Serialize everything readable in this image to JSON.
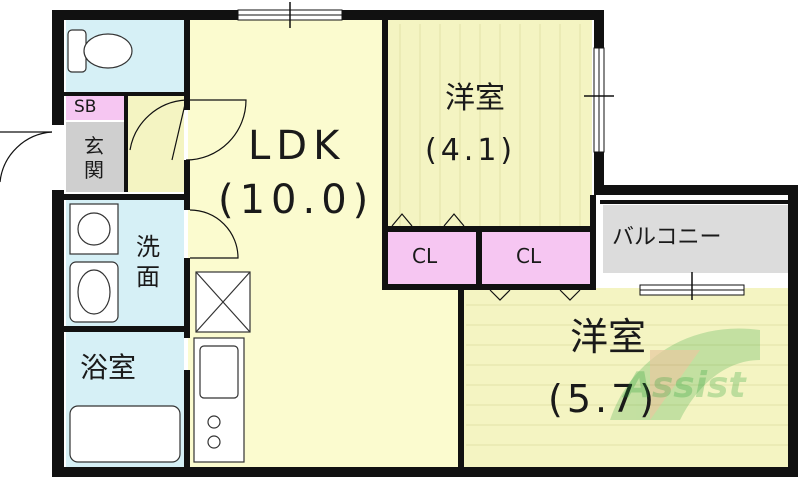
{
  "rooms": {
    "ldk": {
      "name": "LDK",
      "size": "(10.0)"
    },
    "western_north": {
      "name": "洋室",
      "size": "(4.1)"
    },
    "western_south": {
      "name": "洋室",
      "size": "(5.7)"
    },
    "closet_left": "CL",
    "closet_right": "CL",
    "balcony": "バルコニー",
    "sb": "SB",
    "entrance": "玄関",
    "washroom": "洗面",
    "bath": "浴室"
  },
  "watermark": "Assist",
  "colors": {
    "wall": "#111111",
    "ldk_floor": "#fbfbcf",
    "western_floor": "#f4f4c2",
    "wet_area": "#d6f0f6",
    "closet": "#f6c6f2",
    "balcony": "#dcdcdc",
    "entrance": "#cfcfcf",
    "watermark": "#1a9b2e"
  }
}
